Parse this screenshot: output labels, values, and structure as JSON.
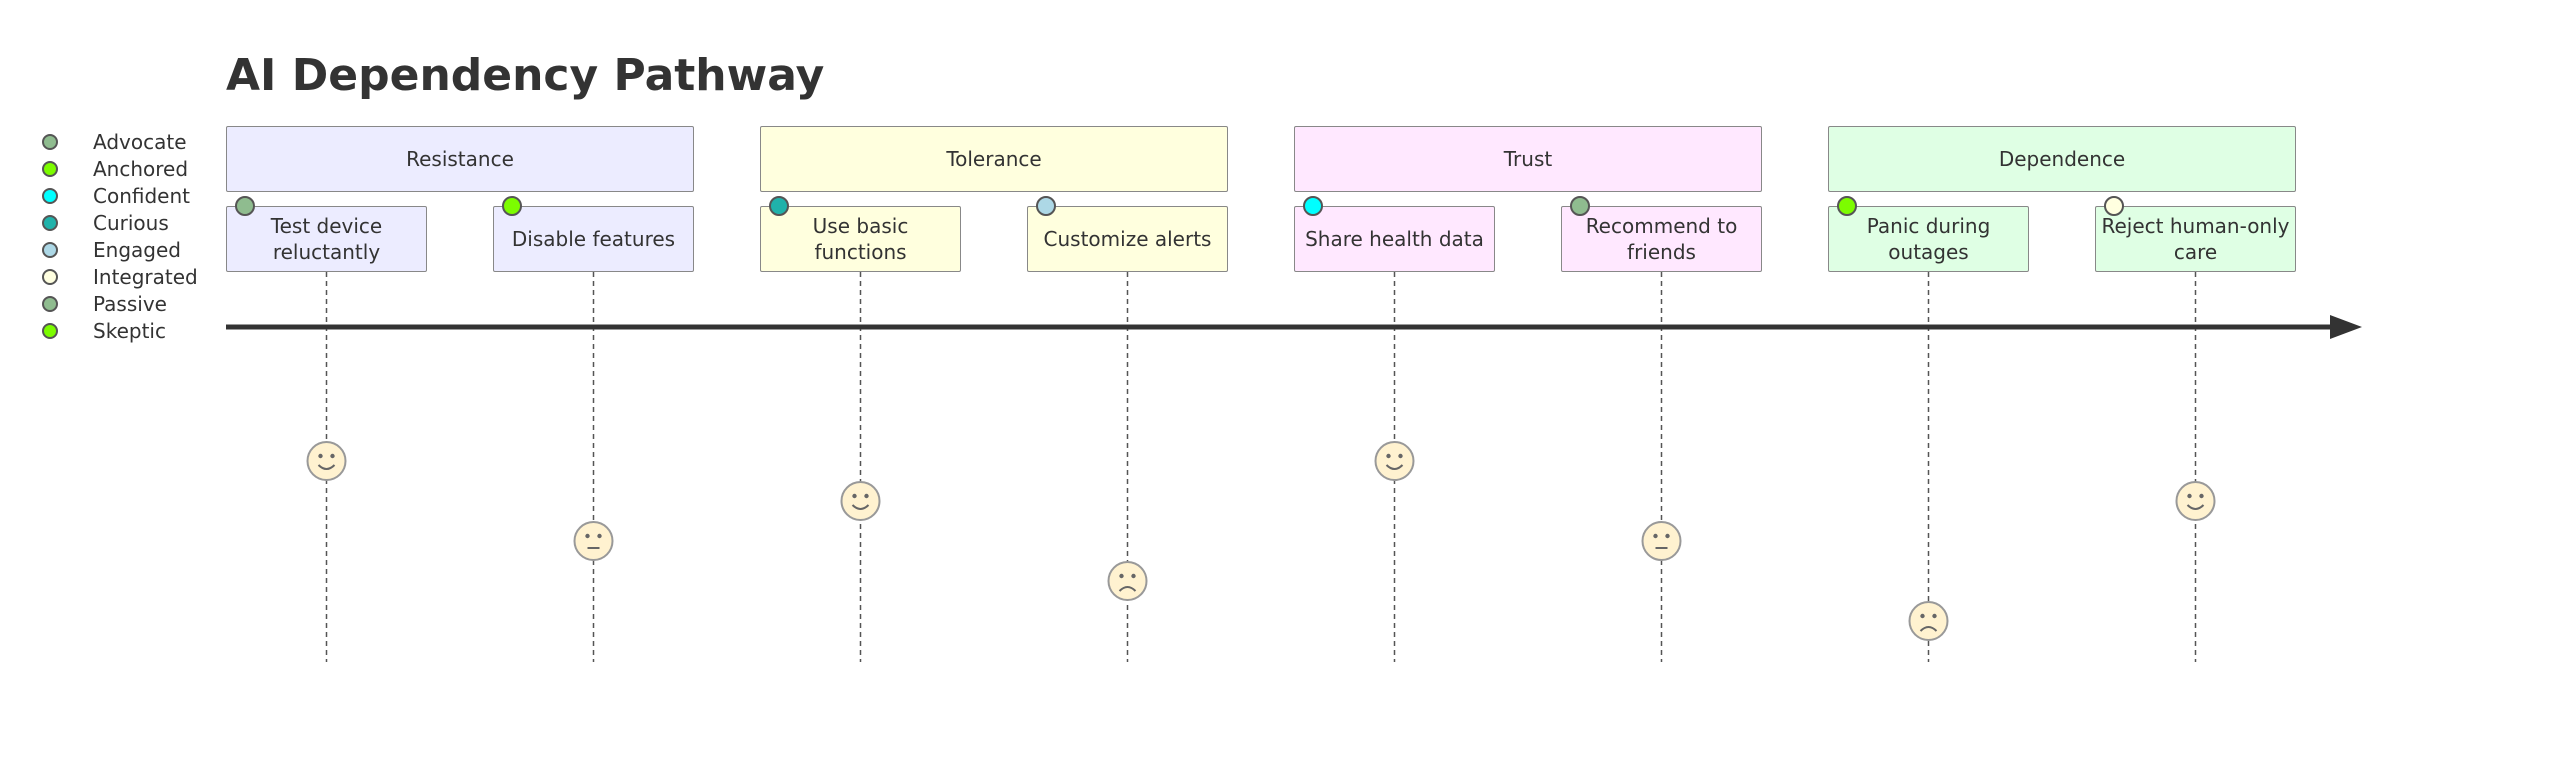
{
  "title": "AI Dependency Pathway",
  "legend": [
    {
      "name": "Advocate",
      "color": "#8FBC8F"
    },
    {
      "name": "Anchored",
      "color": "#7CFC00"
    },
    {
      "name": "Confident",
      "color": "#00FFFF"
    },
    {
      "name": "Curious",
      "color": "#20B2AA"
    },
    {
      "name": "Engaged",
      "color": "#ADD8E6"
    },
    {
      "name": "Integrated",
      "color": "#FFFFE0"
    },
    {
      "name": "Passive",
      "color": "#8FBC8F"
    },
    {
      "name": "Skeptic",
      "color": "#7CFC00"
    }
  ],
  "sections": [
    {
      "label": "Resistance",
      "color": "#ECECFF"
    },
    {
      "label": "Tolerance",
      "color": "#FFFFDE"
    },
    {
      "label": "Trust",
      "color": "#FFE8FF"
    },
    {
      "label": "Dependence",
      "color": "#DFFFE4"
    }
  ],
  "tasks": [
    {
      "label": "Test device reluctantly",
      "score": 5,
      "actor_color": "#8FBC8F"
    },
    {
      "label": "Disable features",
      "score": 3,
      "actor_color": "#7CFC00"
    },
    {
      "label": "Use basic functions",
      "score": 4,
      "actor_color": "#20B2AA"
    },
    {
      "label": "Customize alerts",
      "score": 2,
      "actor_color": "#ADD8E6"
    },
    {
      "label": "Share health data",
      "score": 5,
      "actor_color": "#00FFFF"
    },
    {
      "label": "Recommend to friends",
      "score": 3,
      "actor_color": "#8FBC8F"
    },
    {
      "label": "Panic during outages",
      "score": 1,
      "actor_color": "#7CFC00"
    },
    {
      "label": "Reject human-only care",
      "score": 4,
      "actor_color": "#FFFFE0"
    }
  ]
}
